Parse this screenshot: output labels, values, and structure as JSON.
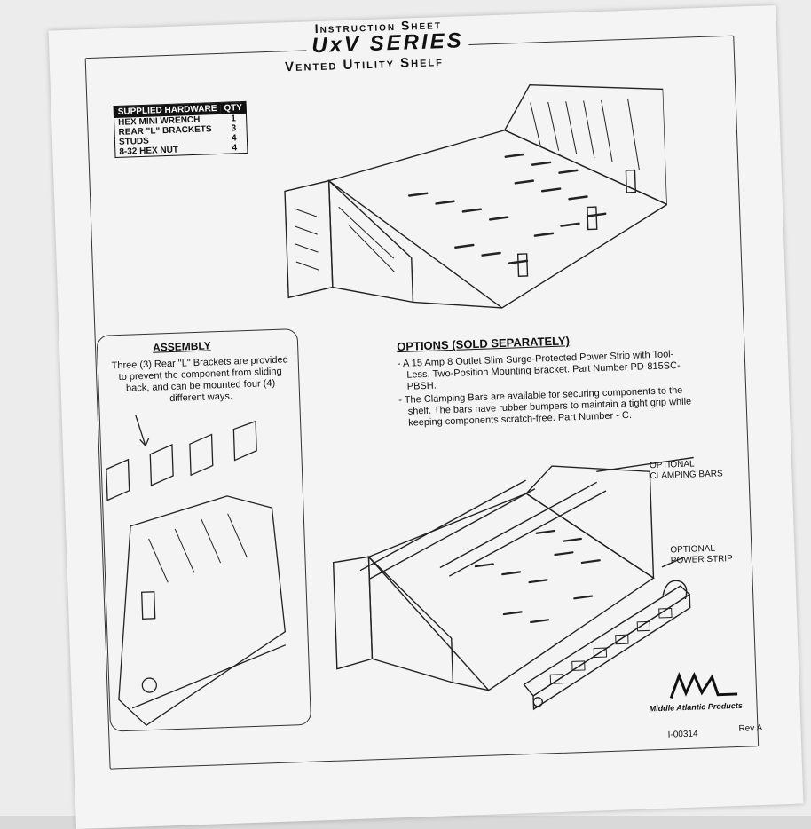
{
  "header": {
    "line1": "Instruction Sheet",
    "line2": "UxV SERIES",
    "line3": "Vented Utility Shelf"
  },
  "hardware_table": {
    "col_item": "SUPPLIED HARDWARE",
    "col_qty": "QTY",
    "rows": [
      {
        "item": "HEX MINI WRENCH",
        "qty": "1"
      },
      {
        "item": "REAR \"L\" BRACKETS",
        "qty": "3"
      },
      {
        "item": "STUDS",
        "qty": "4"
      },
      {
        "item": "8-32 HEX NUT",
        "qty": "4"
      }
    ]
  },
  "assembly": {
    "title": "ASSEMBLY",
    "text": "Three (3) Rear \"L\" Brackets are provided to prevent the component from sliding back, and can be mounted four (4) different ways."
  },
  "options": {
    "title": "OPTIONS (SOLD SEPARATELY)",
    "items": [
      "- A 15 Amp 8 Outlet Slim Surge-Protected Power Strip with Tool-Less, Two-Position Mounting Bracket. Part Number PD-815SC-PBSH.",
      "- The Clamping Bars are available for securing components to the shelf.  The bars have rubber bumpers to maintain a tight grip while keeping components scratch-free.  Part Number - C."
    ]
  },
  "callouts": {
    "clamping_bars": "OPTIONAL CLAMPING BARS",
    "power_strip": "OPTIONAL POWER STRIP"
  },
  "footer": {
    "brand": "Middle Atlantic Products",
    "doc_code": "I-00314",
    "revision": "Rev A"
  }
}
